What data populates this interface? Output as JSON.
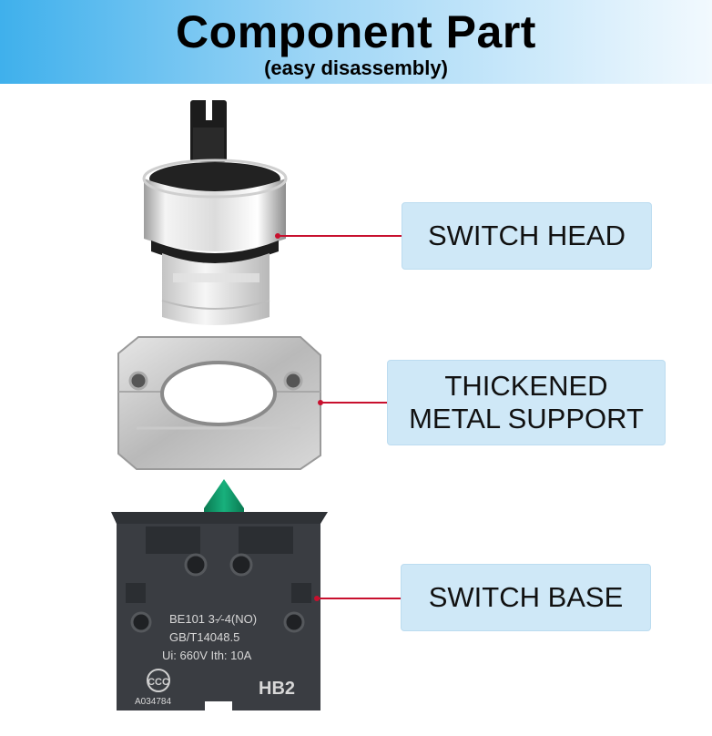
{
  "header": {
    "title": "Component Part",
    "subtitle": "(easy disassembly)"
  },
  "labels": {
    "switch_head": "SWITCH HEAD",
    "metal_support_line1": "THICKENED",
    "metal_support_line2": "METAL SUPPORT",
    "switch_base": "SWITCH BASE"
  },
  "base_markings": {
    "model": "BE101 3-⁄-4(NO)",
    "standard": "GB/T14048.5",
    "rating": "Ui: 660V  Ith: 10A",
    "code": "A034784",
    "brand": "HB2"
  },
  "colors": {
    "banner_start": "#3fb0ec",
    "label_bg": "#cfe8f7",
    "leader_line": "#c8102e",
    "actuator_green": "#0f9a6a"
  }
}
